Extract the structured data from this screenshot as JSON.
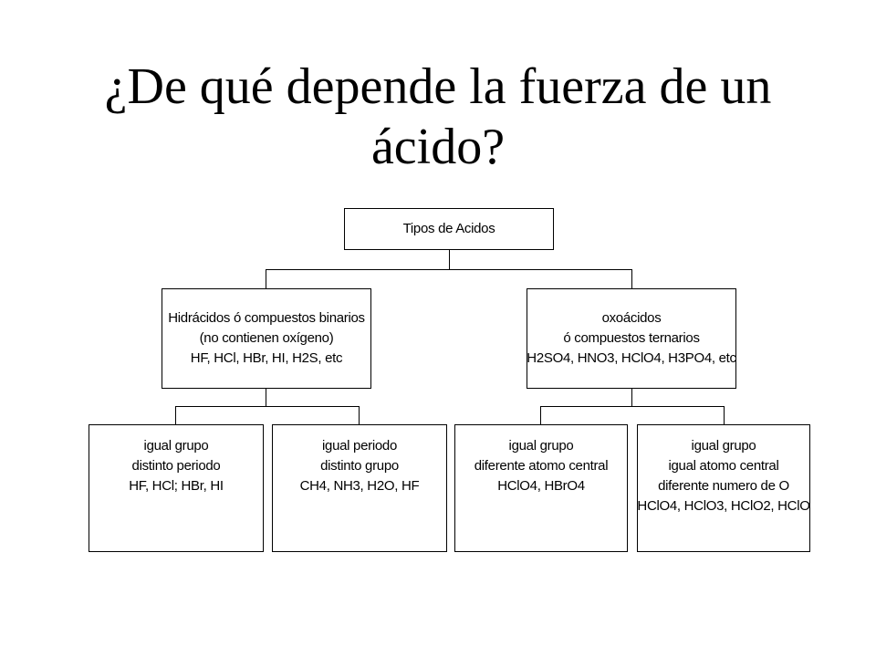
{
  "title": {
    "line1": "¿De qué depende la fuerza de un",
    "line2": "ácido?"
  },
  "diagram": {
    "root": {
      "lines": [
        "Tipos de Acidos"
      ]
    },
    "binary": {
      "lines": [
        "Hidrácidos  ó compuestos binarios",
        "(no contienen oxígeno)",
        "HF, HCl, HBr, HI, H2S, etc"
      ]
    },
    "ternary": {
      "lines": [
        "oxoácidos",
        "ó compuestos ternarios",
        "H2SO4, HNO3, HClO4, H3PO4, etc"
      ]
    },
    "leaf1": {
      "lines": [
        "igual grupo",
        "distinto periodo",
        "HF, HCl; HBr, HI"
      ]
    },
    "leaf2": {
      "lines": [
        "igual periodo",
        "distinto grupo",
        "CH4, NH3, H2O, HF"
      ]
    },
    "leaf3": {
      "lines": [
        "igual grupo",
        "diferente atomo central",
        "HClO4, HBrO4"
      ]
    },
    "leaf4": {
      "lines": [
        "igual grupo",
        "igual atomo central",
        "diferente numero de O",
        "HClO4, HClO3, HClO2, HClO"
      ]
    }
  }
}
